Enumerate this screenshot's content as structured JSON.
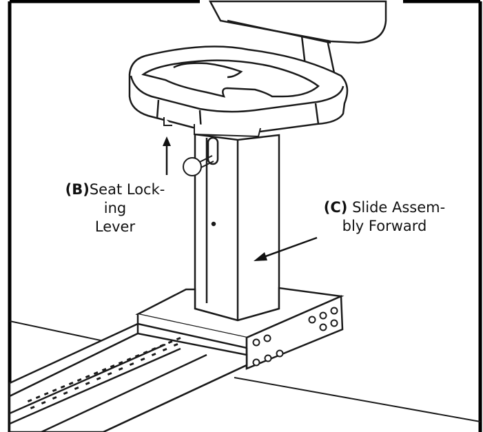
{
  "callouts": {
    "seat_locking_lever": {
      "letter": "(B)",
      "lines": [
        "Seat Lock-",
        "ing",
        "Lever"
      ]
    },
    "slide_assembly_forward": {
      "letter": "(C)",
      "lines": [
        " Slide Assem-",
        "bly Forward"
      ]
    }
  },
  "colors": {
    "line": "#1a1a1a",
    "frame": "#000000",
    "fill": "#ffffff"
  }
}
